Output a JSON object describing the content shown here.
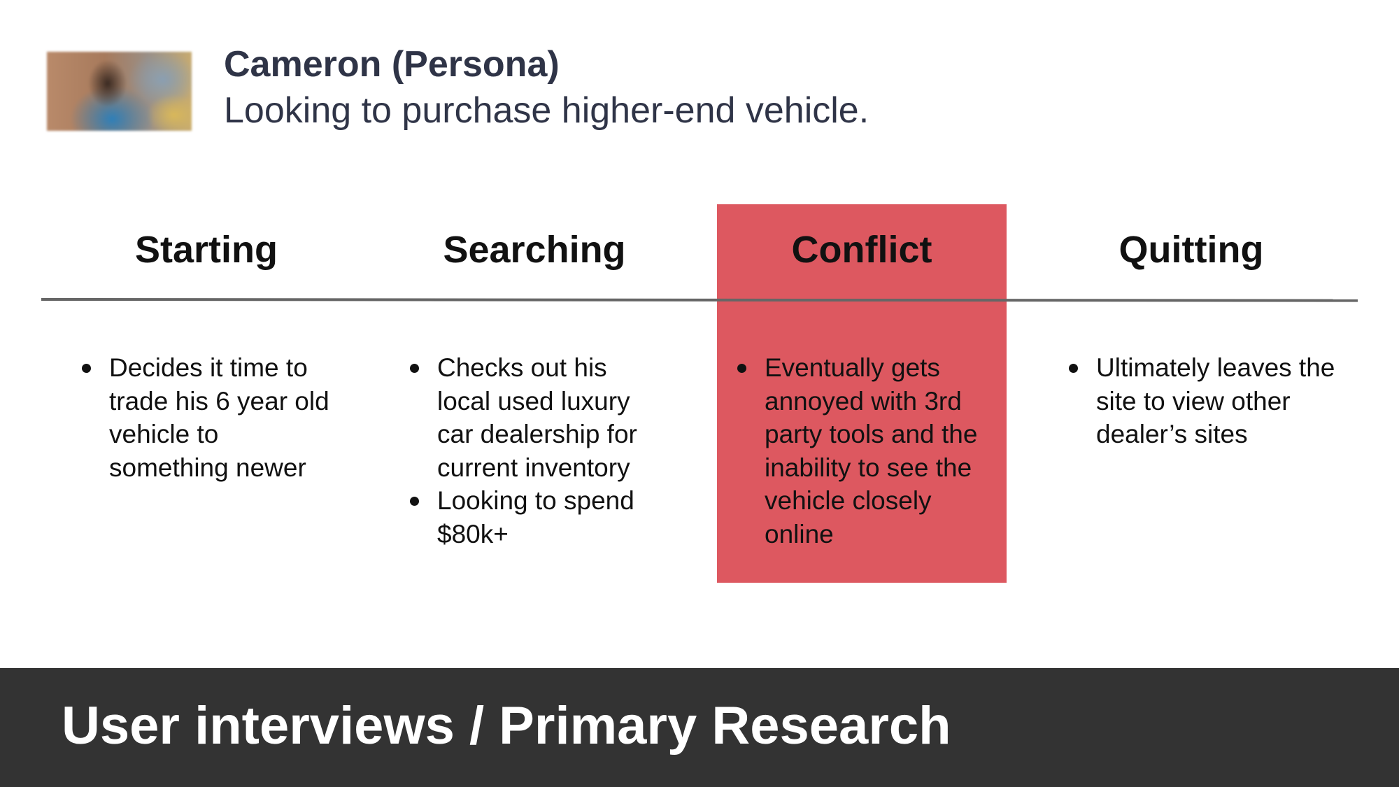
{
  "persona": {
    "name": "Cameron (Persona)",
    "description": "Looking to purchase higher-end vehicle."
  },
  "stages": [
    {
      "title": "Starting",
      "bullets": [
        "Decides it time to trade his 6 year old vehicle to something newer"
      ]
    },
    {
      "title": "Searching",
      "bullets": [
        "Checks out his local used luxury car dealership for current inventory",
        "Looking to spend $80k+"
      ]
    },
    {
      "title": "Conflict",
      "highlighted": true,
      "bullets": [
        "Eventually gets annoyed with 3rd party tools and the inability to see the vehicle closely online"
      ]
    },
    {
      "title": "Quitting",
      "bullets": [
        "Ultimately leaves the site to view other dealer’s sites"
      ]
    }
  ],
  "footer": {
    "title": "User interviews / Primary Research"
  },
  "colors": {
    "highlight": "#dd5860",
    "footer_bg": "#333333",
    "persona_text": "#2f3447",
    "divider": "#666666"
  }
}
